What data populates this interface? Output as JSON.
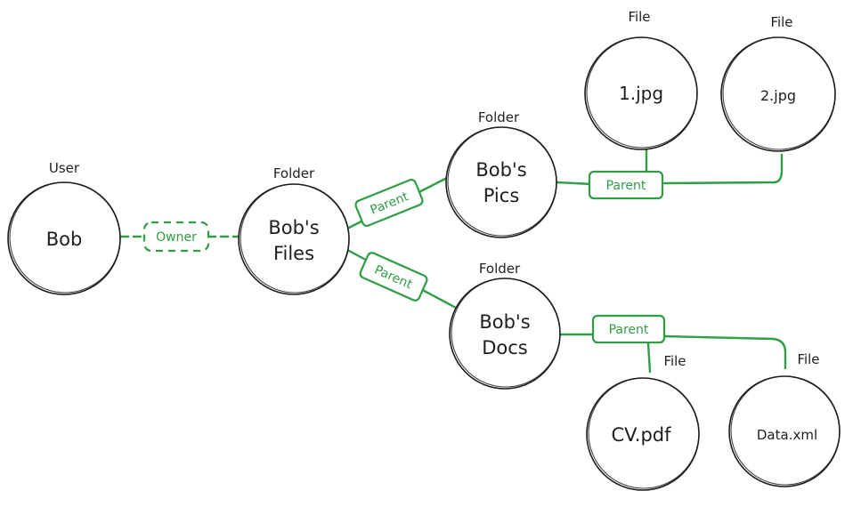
{
  "nodes": {
    "bob": {
      "type": "User",
      "lines": [
        "Bob"
      ]
    },
    "bobs_files": {
      "type": "Folder",
      "lines": [
        "Bob's",
        "Files"
      ]
    },
    "bobs_pics": {
      "type": "Folder",
      "lines": [
        "Bob's",
        "Pics"
      ]
    },
    "bobs_docs": {
      "type": "Folder",
      "lines": [
        "Bob's",
        "Docs"
      ]
    },
    "img1": {
      "type": "File",
      "lines": [
        "1.jpg"
      ]
    },
    "img2": {
      "type": "File",
      "lines": [
        "2.jpg"
      ]
    },
    "cv": {
      "type": "File",
      "lines": [
        "CV.pdf"
      ]
    },
    "data": {
      "type": "File",
      "lines": [
        "Data.xml"
      ]
    }
  },
  "edges": {
    "owner": {
      "label": "Owner"
    },
    "files_pics": {
      "label": "Parent"
    },
    "files_docs": {
      "label": "Parent"
    },
    "pics_files": {
      "label": "Parent"
    },
    "docs_files": {
      "label": "Parent"
    }
  },
  "colors": {
    "edge": "#2f9e44",
    "stroke": "#1e1e1e"
  }
}
